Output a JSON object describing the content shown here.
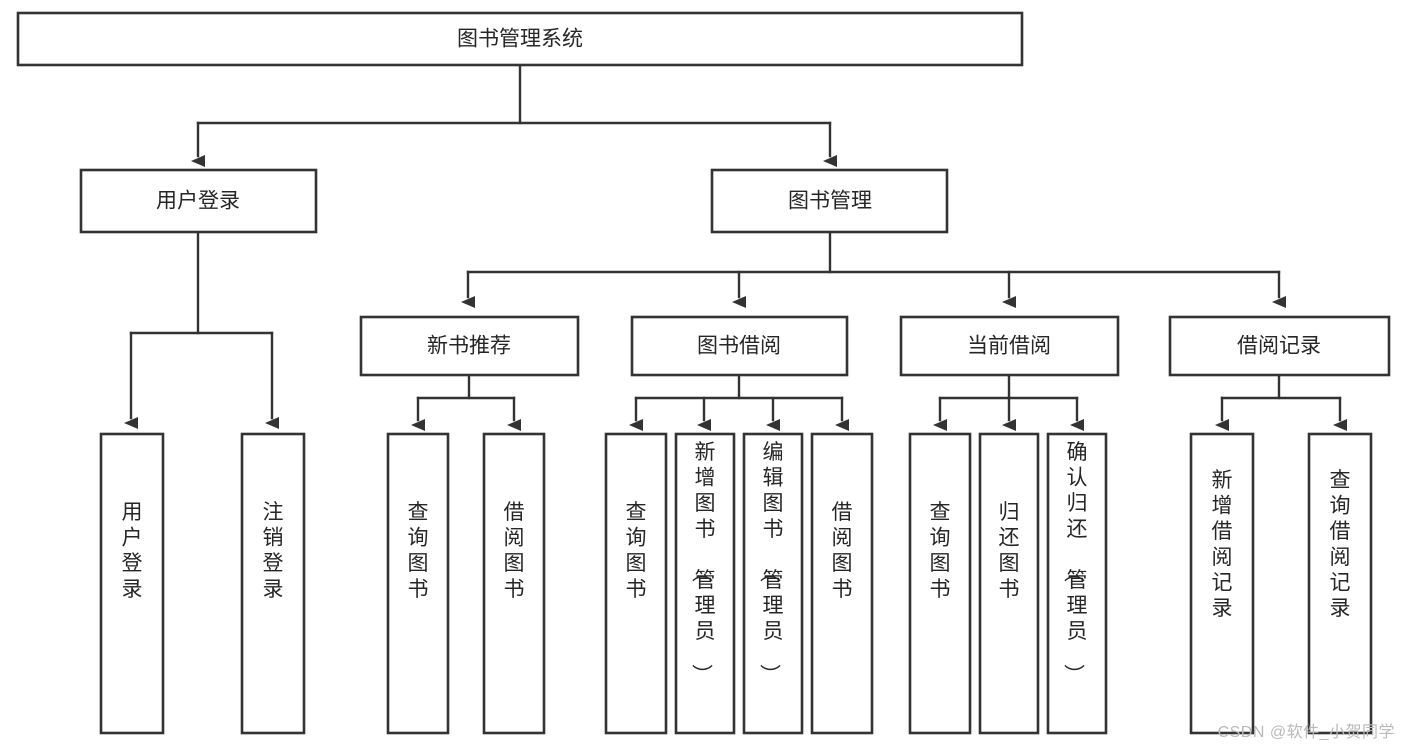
{
  "diagram": {
    "type": "hierarchy-tree",
    "orientation": "top-down",
    "root": {
      "id": "root",
      "label": "图书管理系统"
    },
    "level2": [
      {
        "id": "user-login",
        "label": "用户登录"
      },
      {
        "id": "book-manage",
        "label": "图书管理"
      }
    ],
    "level3": [
      {
        "id": "new-book-rec",
        "label": "新书推荐",
        "parent": "book-manage"
      },
      {
        "id": "book-borrow",
        "label": "图书借阅",
        "parent": "book-manage"
      },
      {
        "id": "current-borrow",
        "label": "当前借阅",
        "parent": "book-manage"
      },
      {
        "id": "borrow-record",
        "label": "借阅记录",
        "parent": "book-manage"
      }
    ],
    "leaves": [
      {
        "id": "leaf-user-login",
        "label": "用户登录",
        "parent": "user-login"
      },
      {
        "id": "leaf-logout",
        "label": "注销登录",
        "parent": "user-login"
      },
      {
        "id": "leaf-query-book-1",
        "label": "查询图书",
        "parent": "new-book-rec"
      },
      {
        "id": "leaf-borrow-book-1",
        "label": "借阅图书",
        "parent": "new-book-rec"
      },
      {
        "id": "leaf-query-book-2",
        "label": "查询图书",
        "parent": "book-borrow"
      },
      {
        "id": "leaf-add-book",
        "label": "新增图书（管理员）",
        "parent": "book-borrow"
      },
      {
        "id": "leaf-edit-book",
        "label": "编辑图书（管理员）",
        "parent": "book-borrow"
      },
      {
        "id": "leaf-borrow-book-2",
        "label": "借阅图书",
        "parent": "book-borrow"
      },
      {
        "id": "leaf-query-book-3",
        "label": "查询图书",
        "parent": "current-borrow"
      },
      {
        "id": "leaf-return-book",
        "label": "归还图书",
        "parent": "current-borrow"
      },
      {
        "id": "leaf-confirm-return",
        "label": "确认归还（管理员）",
        "parent": "current-borrow"
      },
      {
        "id": "leaf-add-record",
        "label": "新增借阅记录",
        "parent": "borrow-record"
      },
      {
        "id": "leaf-query-record",
        "label": "查询借阅记录",
        "parent": "borrow-record"
      }
    ],
    "colors": {
      "box_stroke": "#333333",
      "box_fill": "#ffffff",
      "text": "#262626",
      "connector": "#333333",
      "background": "#ffffff",
      "watermark": "#b9b9b9"
    }
  },
  "watermark": {
    "text": "CSDN @软件_小贺同学"
  }
}
